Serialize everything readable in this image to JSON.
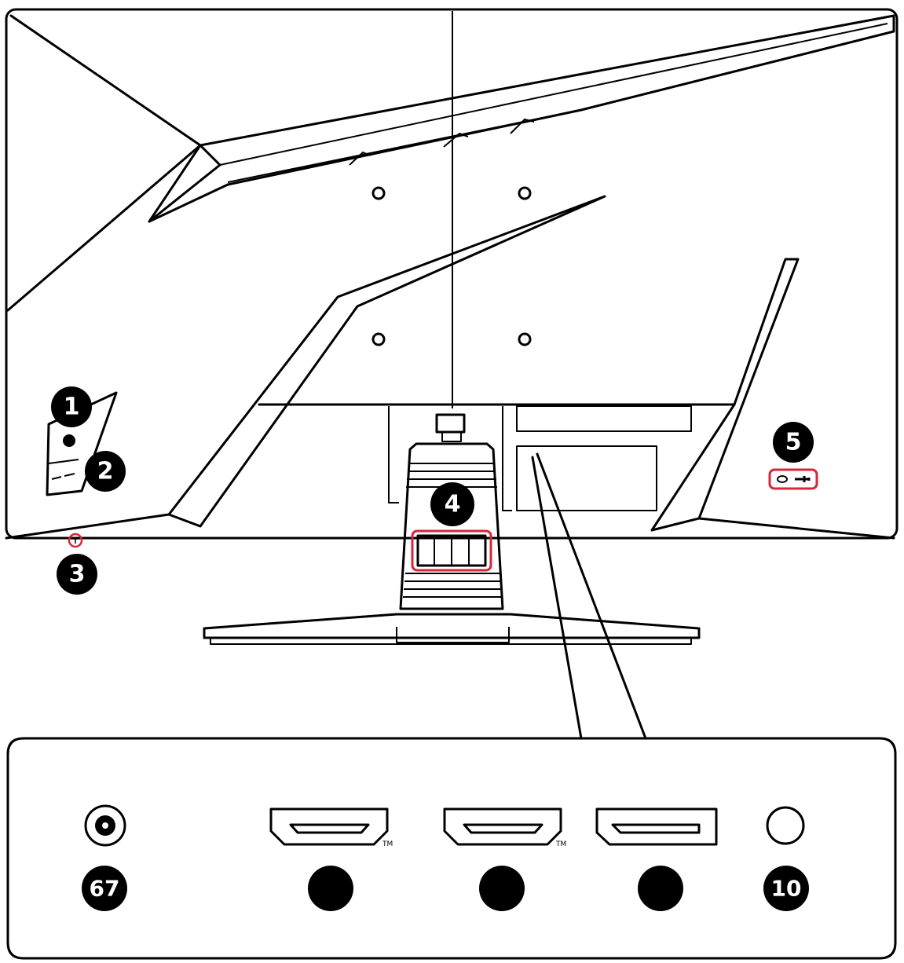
{
  "callouts": {
    "c1": "1",
    "c2": "2",
    "c3": "3",
    "c4": "4",
    "c5": "5",
    "c67": "67",
    "c8": "",
    "c9": "",
    "c10": "",
    "c11": "10"
  },
  "trademarks": {
    "hdmi1": "TM",
    "hdmi2": "TM"
  },
  "colors": {
    "line": "#000000",
    "highlight": "#d5263a",
    "badge": "#000000"
  }
}
